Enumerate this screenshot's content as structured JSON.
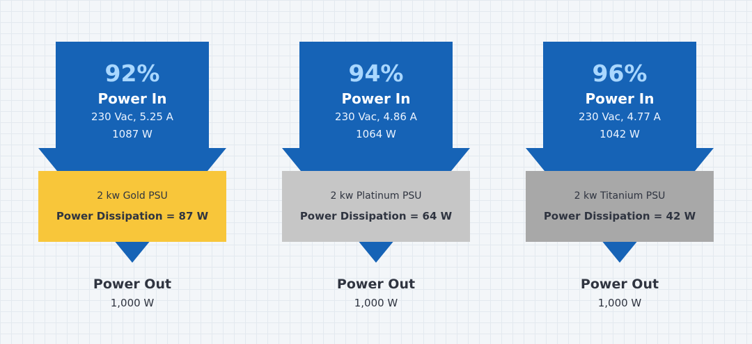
{
  "colors": {
    "arrow": "#1663b6",
    "efficiency_text": "#a9d7ff",
    "gold": "#f8c63a",
    "platinum": "#c6c6c6",
    "titanium": "#a8a8a8",
    "dark_text": "#2f3440"
  },
  "units": [
    {
      "efficiency": "92%",
      "power_in_label": "Power In",
      "input_line": "230 Vac, 5.25 A",
      "input_watts": "1087 W",
      "psu_name": "2 kw Gold PSU",
      "dissipation": "Power Dissipation = 87 W",
      "power_out_label": "Power Out",
      "power_out_value": "1,000 W"
    },
    {
      "efficiency": "94%",
      "power_in_label": "Power In",
      "input_line": "230 Vac, 4.86 A",
      "input_watts": "1064 W",
      "psu_name": "2 kw Platinum PSU",
      "dissipation": "Power Dissipation = 64 W",
      "power_out_label": "Power Out",
      "power_out_value": "1,000 W"
    },
    {
      "efficiency": "96%",
      "power_in_label": "Power In",
      "input_line": "230 Vac, 4.77 A",
      "input_watts": "1042 W",
      "psu_name": "2 kw Titanium PSU",
      "dissipation": "Power Dissipation = 42 W",
      "power_out_label": "Power Out",
      "power_out_value": "1,000 W"
    }
  ]
}
